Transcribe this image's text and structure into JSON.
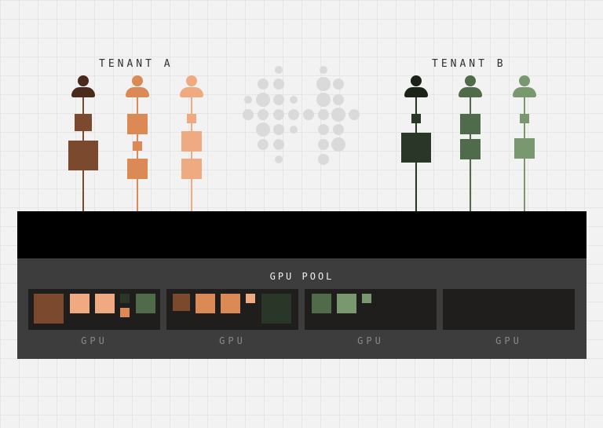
{
  "tenant_a": {
    "label": "TENANT A",
    "colors": [
      "#7b4a2e",
      "#dc8a55",
      "#efaa82"
    ],
    "icon_colors": [
      "#4a2a1b",
      "#dc8a55",
      "#efaa82"
    ]
  },
  "tenant_b": {
    "label": "TENANT B",
    "colors": [
      "#2a3628",
      "#506b49",
      "#7a9870"
    ],
    "icon_colors": [
      "#1b2319",
      "#506b49",
      "#7a9870"
    ]
  },
  "pool": {
    "title": "GPU POOL",
    "gpus": [
      {
        "label": "GPU"
      },
      {
        "label": "GPU"
      },
      {
        "label": "GPU"
      },
      {
        "label": "GPU"
      }
    ]
  },
  "icons": {
    "user": "user-icon",
    "scheduler": "dot-grid-icon"
  }
}
